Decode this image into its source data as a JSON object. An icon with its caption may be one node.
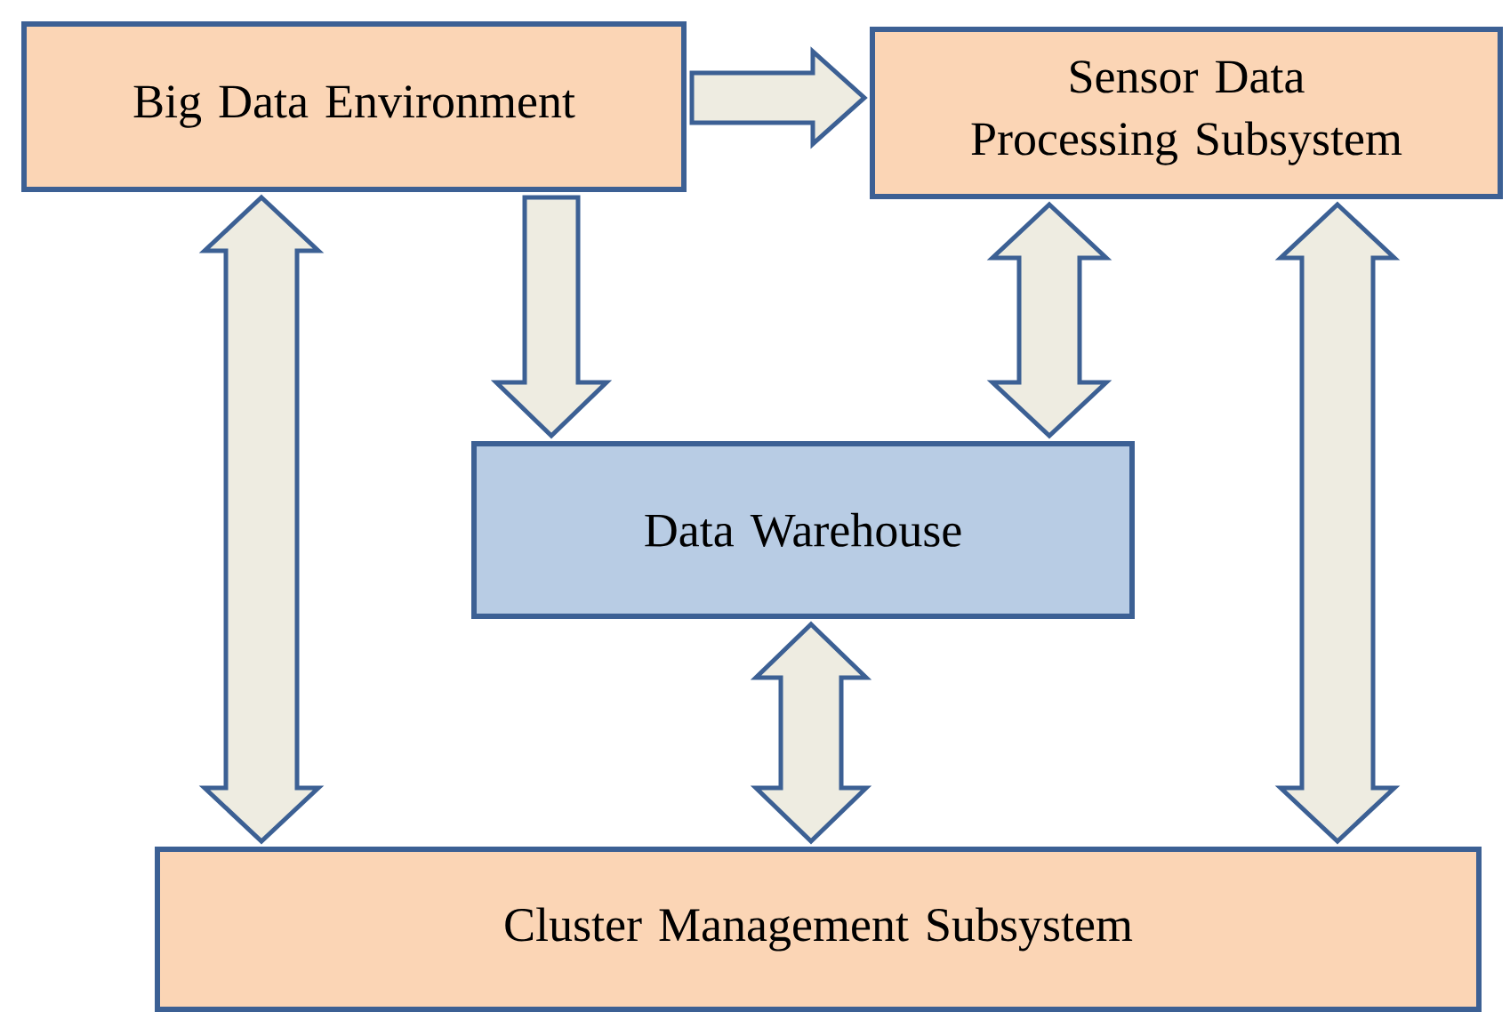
{
  "diagram": {
    "nodes": [
      {
        "text": [
          "Big Data Environment"
        ]
      },
      {
        "text": [
          "Sensor Data Processing Subsystem"
        ]
      },
      {
        "text": [
          "Data Warehouse"
        ]
      },
      {
        "text": [
          "Cluster Management Subsystem"
        ]
      }
    ],
    "edges": [
      {
        "from": 0,
        "to": 1,
        "arrow": "to"
      },
      {
        "from": 0,
        "to": 2,
        "arrow": "to"
      },
      {
        "from": 0,
        "to": 3,
        "arrow": "both"
      },
      {
        "from": 1,
        "to": 2,
        "arrow": "both"
      },
      {
        "from": 2,
        "to": 3,
        "arrow": "both"
      },
      {
        "from": 1,
        "to": 3,
        "arrow": "both"
      }
    ]
  }
}
